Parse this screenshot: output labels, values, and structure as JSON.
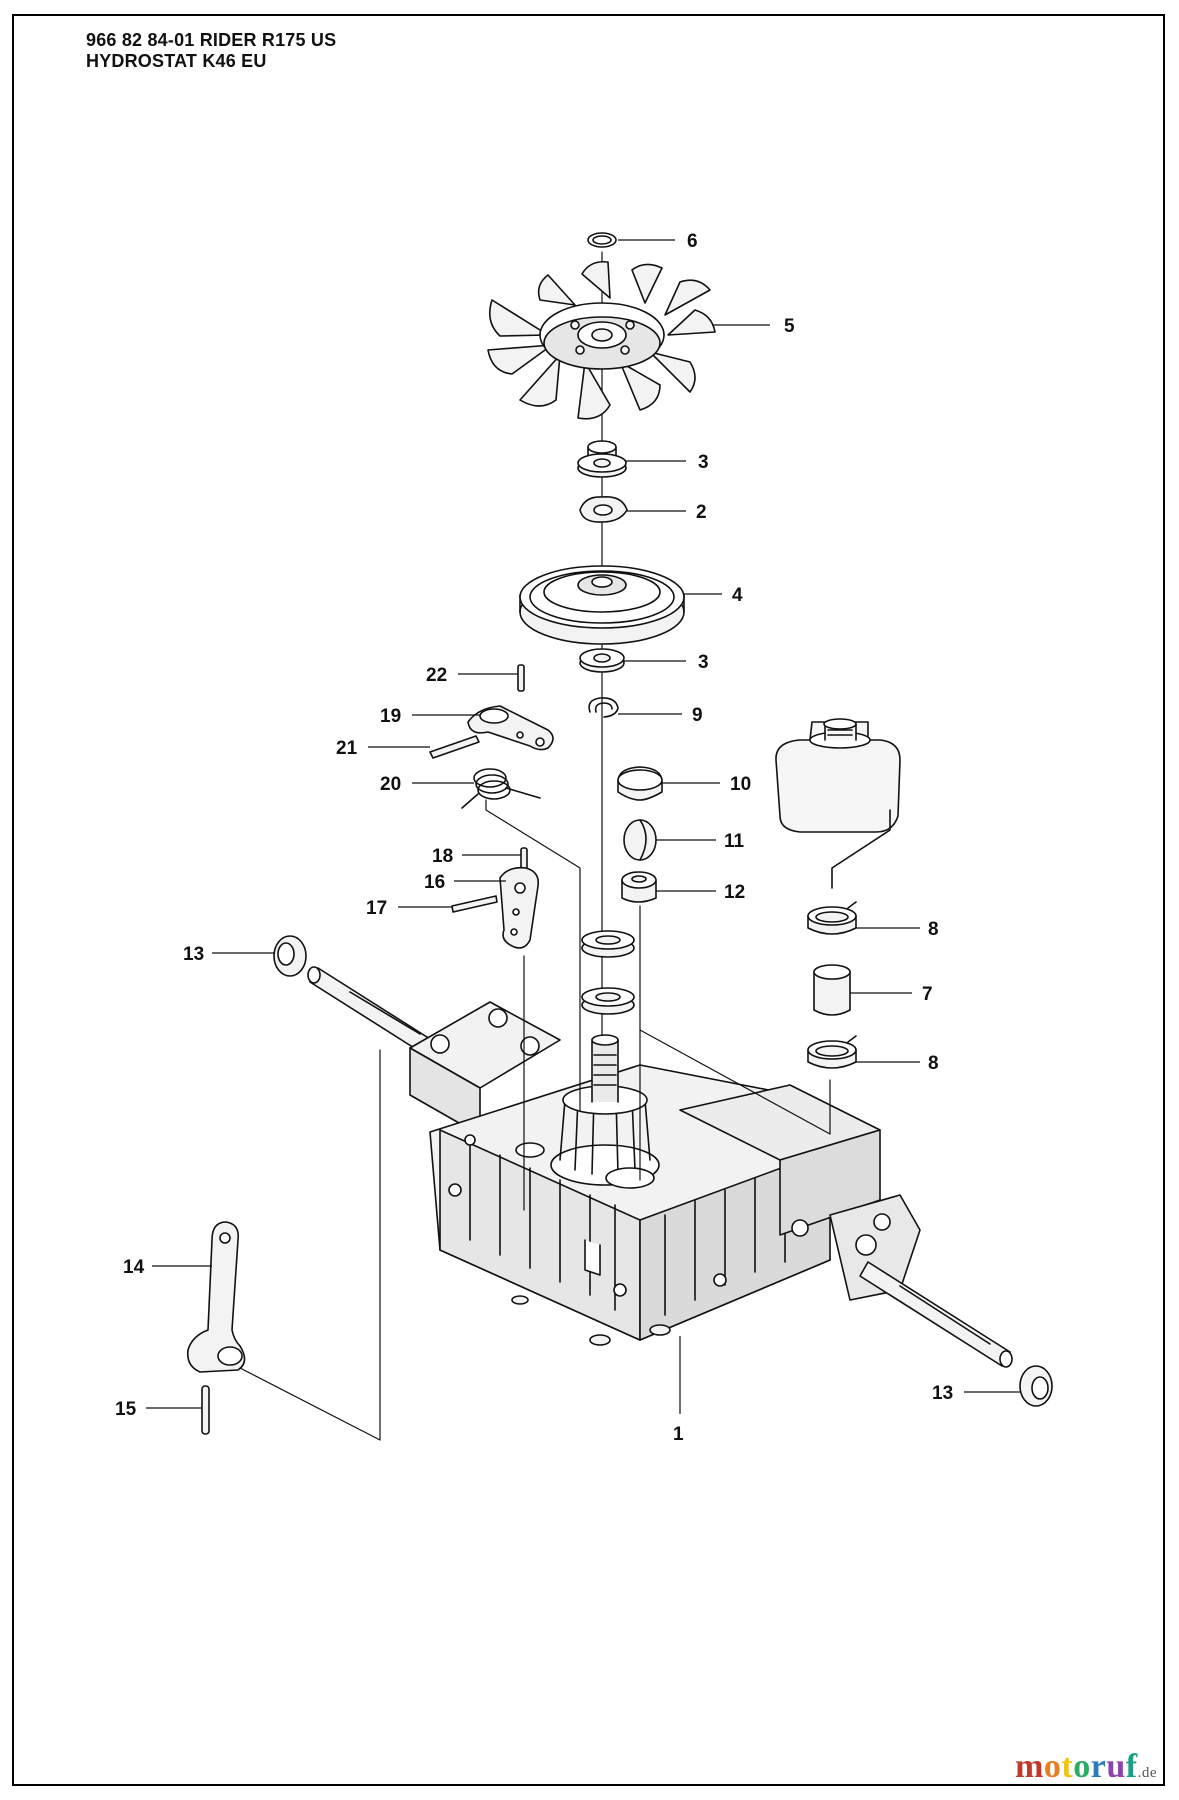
{
  "header": {
    "line1": "966 82 84-01 RIDER R175 US",
    "line2": "HYDROSTAT K46 EU"
  },
  "callouts": [
    {
      "id": "6",
      "label": "6"
    },
    {
      "id": "5",
      "label": "5"
    },
    {
      "id": "3a",
      "label": "3"
    },
    {
      "id": "2",
      "label": "2"
    },
    {
      "id": "4",
      "label": "4"
    },
    {
      "id": "3b",
      "label": "3"
    },
    {
      "id": "9",
      "label": "9"
    },
    {
      "id": "22",
      "label": "22"
    },
    {
      "id": "19",
      "label": "19"
    },
    {
      "id": "21",
      "label": "21"
    },
    {
      "id": "20",
      "label": "20"
    },
    {
      "id": "10",
      "label": "10"
    },
    {
      "id": "11",
      "label": "11"
    },
    {
      "id": "18",
      "label": "18"
    },
    {
      "id": "16",
      "label": "16"
    },
    {
      "id": "12",
      "label": "12"
    },
    {
      "id": "17",
      "label": "17"
    },
    {
      "id": "8a",
      "label": "8"
    },
    {
      "id": "13a",
      "label": "13"
    },
    {
      "id": "7",
      "label": "7"
    },
    {
      "id": "8b",
      "label": "8"
    },
    {
      "id": "14",
      "label": "14"
    },
    {
      "id": "15",
      "label": "15"
    },
    {
      "id": "13b",
      "label": "13"
    },
    {
      "id": "1",
      "label": "1"
    }
  ],
  "watermark": {
    "brand": "motoruf",
    "suffix": ".de",
    "colors": [
      "#c0392b",
      "#e67e22",
      "#f1c40f",
      "#27ae60",
      "#2980b9",
      "#8e44ad",
      "#16a085"
    ]
  }
}
